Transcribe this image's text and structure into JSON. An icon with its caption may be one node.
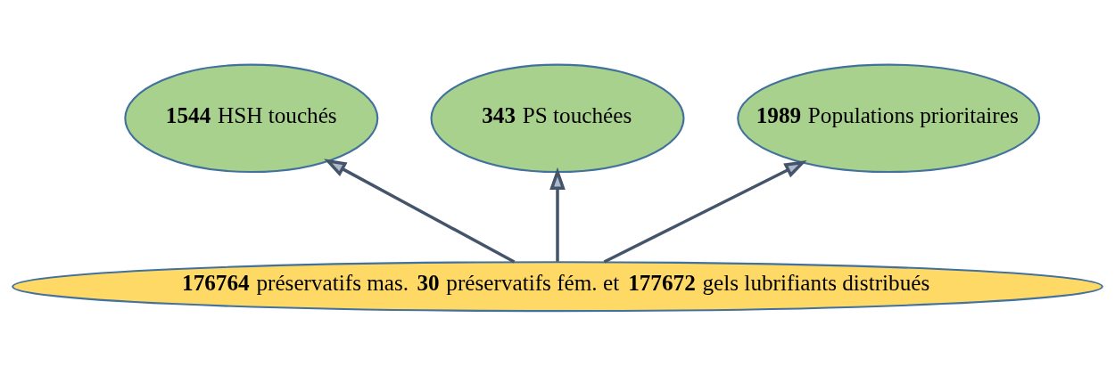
{
  "diagram": {
    "nodes": [
      {
        "text": [
          "**1544** HSH touchés"
        ]
      },
      {
        "text": [
          "**343** PS touchées"
        ]
      },
      {
        "text": [
          "**1989** Populations prioritaires"
        ]
      },
      {
        "text": [
          "**176764** préservatifs mas. **30** préservatifs fém. et **177672** gels lubrifiants distribués"
        ]
      }
    ],
    "edges": [
      {
        "from": 3,
        "to": 0,
        "arrow": "to"
      },
      {
        "from": 3,
        "to": 1,
        "arrow": "to"
      },
      {
        "from": 3,
        "to": 2,
        "arrow": "to"
      }
    ]
  }
}
